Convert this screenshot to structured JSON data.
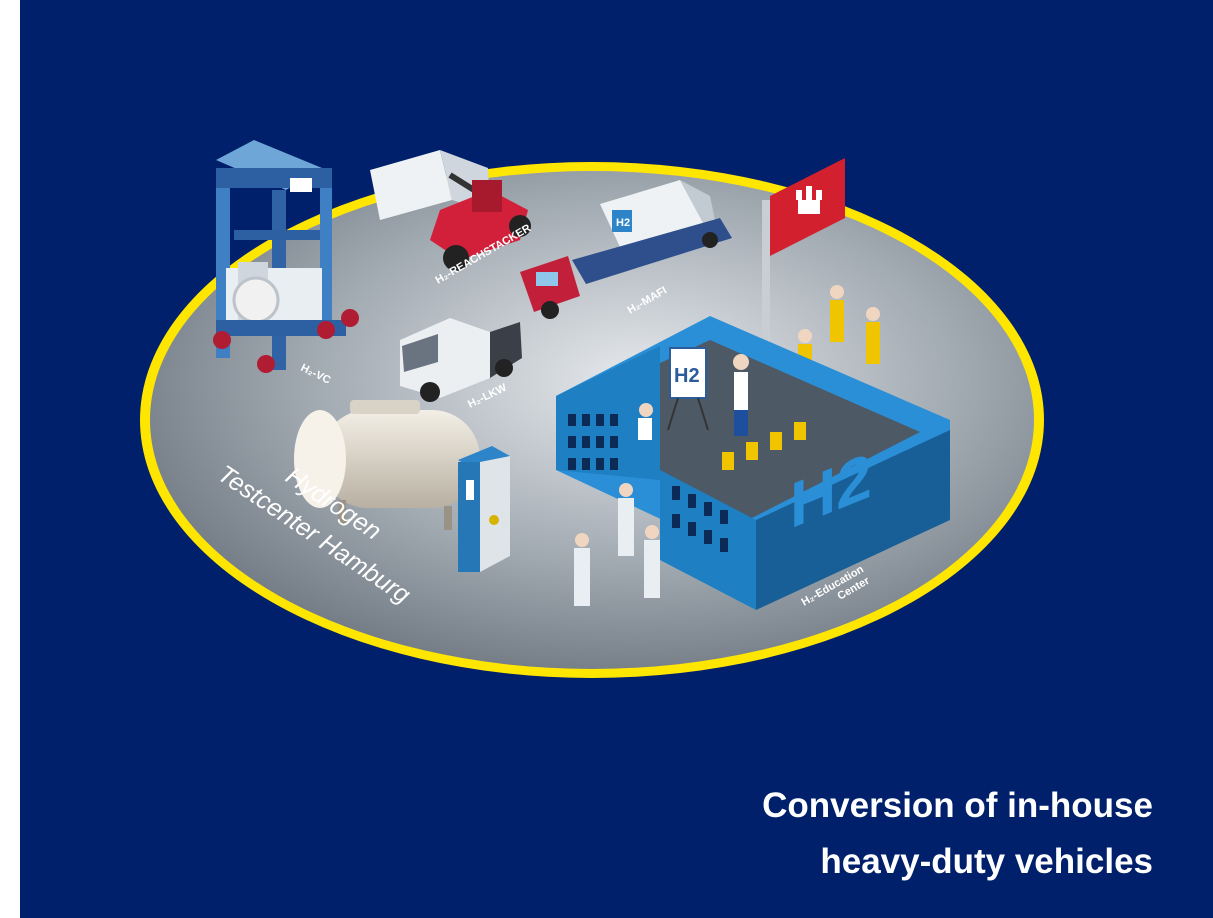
{
  "caption": {
    "line1": "Conversion of in-house",
    "line2": "heavy-duty vehicles"
  },
  "scene": {
    "site_name_line1": "Hydrogen",
    "site_name_line2": "Testcenter Hamburg",
    "flipchart_text": "H2",
    "building_wall_text": "H2",
    "tank_container_text": "H2",
    "labels": {
      "vc": "H₂-VC",
      "reachstacker": "H₂-REACHSTACKER",
      "mafi": "H₂-MAFI",
      "lkw": "H₂-LKW",
      "education_line1": "H₂-Education",
      "education_line2": "Center"
    }
  },
  "colors": {
    "background": "#00206b",
    "ring": "#ffe600",
    "platform": "#8f979f",
    "building": "#1e7fc2",
    "reachstacker": "#d3203a",
    "flag": "#d2202f"
  },
  "icons": [
    "hamburg-castle-icon"
  ]
}
